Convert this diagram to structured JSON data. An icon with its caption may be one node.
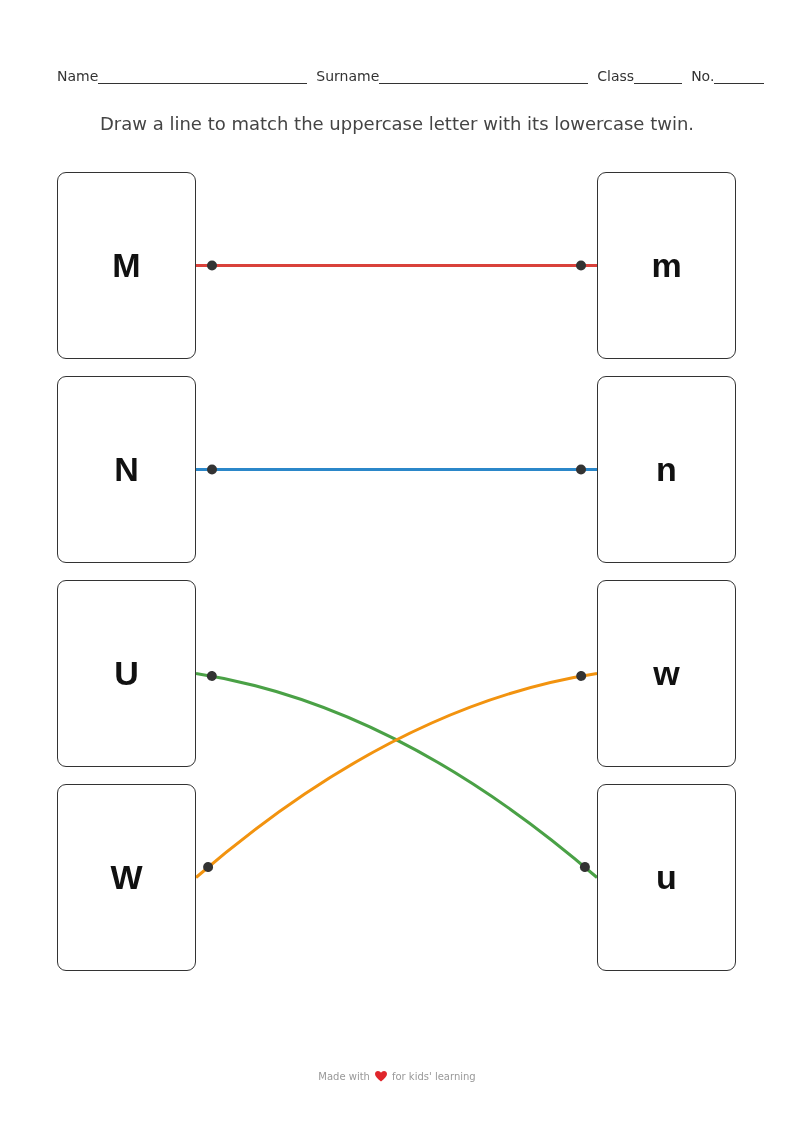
{
  "diagram": {
    "title": "Draw a line to match the uppercase letter with its lowercase twin.",
    "nodes": [
      {
        "text": [
          "M"
        ]
      },
      {
        "text": [
          "m"
        ]
      },
      {
        "text": [
          "N"
        ]
      },
      {
        "text": [
          "n"
        ]
      },
      {
        "text": [
          "U"
        ]
      },
      {
        "text": [
          "w"
        ]
      },
      {
        "text": [
          "W"
        ]
      },
      {
        "text": [
          "u"
        ]
      }
    ],
    "edges": [
      {
        "from": 0,
        "to": 1,
        "arrow": "other",
        "color": "#d9413b"
      },
      {
        "from": 2,
        "to": 3,
        "arrow": "other",
        "color": "#2b87c9"
      },
      {
        "from": 4,
        "to": 7,
        "arrow": "other",
        "color": "#4aa146"
      },
      {
        "from": 6,
        "to": 5,
        "arrow": "other",
        "color": "#f2930f"
      }
    ],
    "labels": [
      "Name",
      "Surname",
      "Class",
      "No.",
      "Made with",
      "for kids' learning"
    ]
  }
}
